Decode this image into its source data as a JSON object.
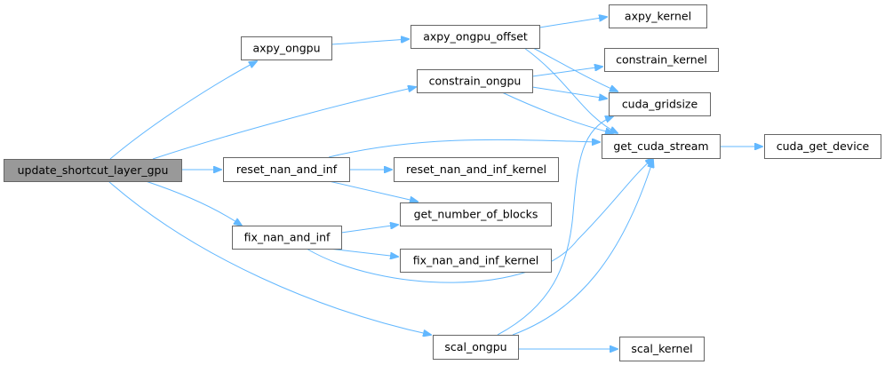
{
  "graph": {
    "colors": {
      "edge": "#63b8ff",
      "root_fill": "#999999",
      "node_border": "#666666",
      "node_fill": "#ffffff"
    },
    "nodes": [
      {
        "id": "update_shortcut_layer_gpu",
        "label": "update_shortcut_layer_gpu",
        "root": true
      },
      {
        "id": "axpy_ongpu",
        "label": "axpy_ongpu"
      },
      {
        "id": "axpy_ongpu_offset",
        "label": "axpy_ongpu_offset"
      },
      {
        "id": "axpy_kernel",
        "label": "axpy_kernel"
      },
      {
        "id": "constrain_kernel",
        "label": "constrain_kernel"
      },
      {
        "id": "constrain_ongpu",
        "label": "constrain_ongpu"
      },
      {
        "id": "cuda_gridsize",
        "label": "cuda_gridsize"
      },
      {
        "id": "get_cuda_stream",
        "label": "get_cuda_stream"
      },
      {
        "id": "cuda_get_device",
        "label": "cuda_get_device"
      },
      {
        "id": "reset_nan_and_inf",
        "label": "reset_nan_and_inf"
      },
      {
        "id": "reset_nan_and_inf_kernel",
        "label": "reset_nan_and_inf_kernel"
      },
      {
        "id": "get_number_of_blocks",
        "label": "get_number_of_blocks"
      },
      {
        "id": "fix_nan_and_inf",
        "label": "fix_nan_and_inf"
      },
      {
        "id": "fix_nan_and_inf_kernel",
        "label": "fix_nan_and_inf_kernel"
      },
      {
        "id": "scal_ongpu",
        "label": "scal_ongpu"
      },
      {
        "id": "scal_kernel",
        "label": "scal_kernel"
      }
    ],
    "edges": [
      {
        "from": "update_shortcut_layer_gpu",
        "to": "axpy_ongpu"
      },
      {
        "from": "update_shortcut_layer_gpu",
        "to": "constrain_ongpu"
      },
      {
        "from": "update_shortcut_layer_gpu",
        "to": "reset_nan_and_inf"
      },
      {
        "from": "update_shortcut_layer_gpu",
        "to": "fix_nan_and_inf"
      },
      {
        "from": "update_shortcut_layer_gpu",
        "to": "scal_ongpu"
      },
      {
        "from": "axpy_ongpu",
        "to": "axpy_ongpu_offset"
      },
      {
        "from": "axpy_ongpu_offset",
        "to": "axpy_kernel"
      },
      {
        "from": "axpy_ongpu_offset",
        "to": "cuda_gridsize"
      },
      {
        "from": "axpy_ongpu_offset",
        "to": "get_cuda_stream"
      },
      {
        "from": "constrain_ongpu",
        "to": "constrain_kernel"
      },
      {
        "from": "constrain_ongpu",
        "to": "cuda_gridsize"
      },
      {
        "from": "constrain_ongpu",
        "to": "get_cuda_stream"
      },
      {
        "from": "get_cuda_stream",
        "to": "cuda_get_device"
      },
      {
        "from": "reset_nan_and_inf",
        "to": "get_cuda_stream"
      },
      {
        "from": "reset_nan_and_inf",
        "to": "reset_nan_and_inf_kernel"
      },
      {
        "from": "reset_nan_and_inf",
        "to": "get_number_of_blocks"
      },
      {
        "from": "fix_nan_and_inf",
        "to": "get_number_of_blocks"
      },
      {
        "from": "fix_nan_and_inf",
        "to": "fix_nan_and_inf_kernel"
      },
      {
        "from": "fix_nan_and_inf",
        "to": "get_cuda_stream"
      },
      {
        "from": "scal_ongpu",
        "to": "cuda_gridsize"
      },
      {
        "from": "scal_ongpu",
        "to": "get_cuda_stream"
      },
      {
        "from": "scal_ongpu",
        "to": "scal_kernel"
      }
    ]
  }
}
